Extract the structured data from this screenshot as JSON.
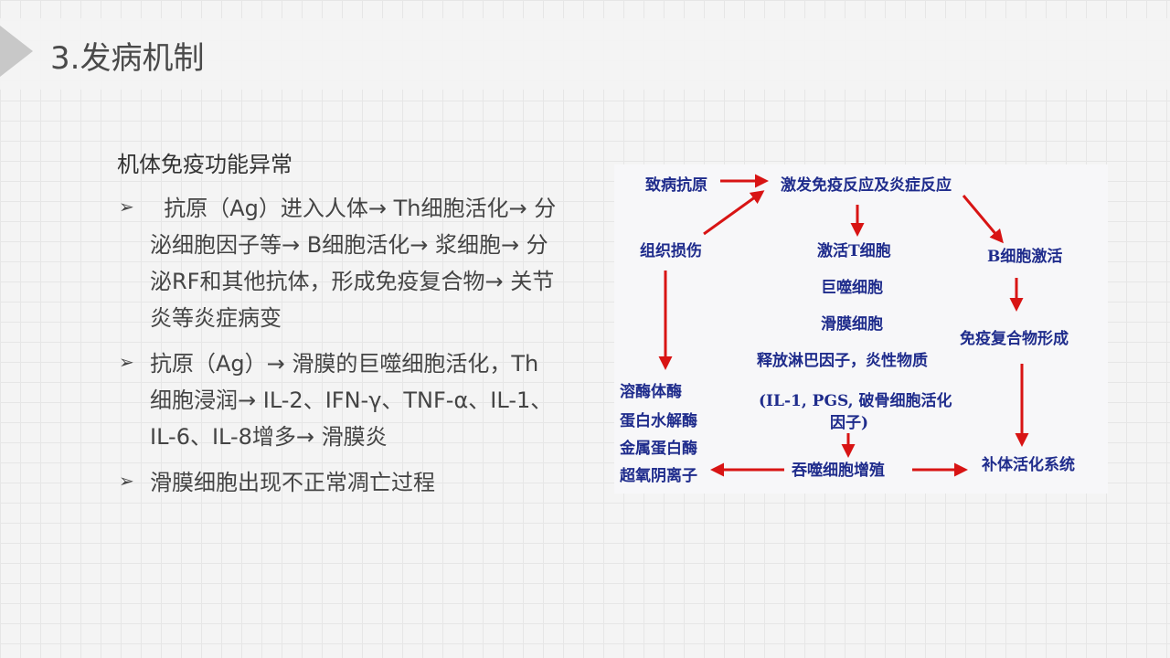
{
  "slide": {
    "title": "3.发病机制",
    "subtitle": "机体免疫功能异常",
    "bullet_marker": "➢",
    "bullets": [
      {
        "lines": [
          "  抗原（Ag）进入人体→ Th细胞活化→ 分",
          "泌细胞因子等→ B细胞活化→ 浆细胞→ 分",
          "泌RF和其他抗体，形成免疫复合物→ 关节",
          "炎等炎症病变"
        ]
      },
      {
        "lines": [
          "抗原（Ag）→ 滑膜的巨噬细胞活化，Th",
          "细胞浸润→ IL-2、IFN-γ、TNF-α、IL-1、",
          "IL-6、IL-8增多→ 滑膜炎"
        ]
      },
      {
        "lines": [
          "滑膜细胞出现不正常凋亡过程"
        ]
      }
    ]
  },
  "diagram": {
    "arrow_color": "#d81414",
    "text_color": "#1f2c8c",
    "nodes": {
      "pathogen": "致病抗原",
      "immune_response": "激发免疫反应及炎症反应",
      "tissue_damage": "组织损伤",
      "t_cell": "激活T细胞",
      "macrophage": "巨噬细胞",
      "synovial_cell": "滑膜细胞",
      "release": "释放淋巴因子，炎性物质",
      "factors_line1": "(IL-1, PGS, 破骨细胞活化",
      "factors_line2": "因子)",
      "b_cell": "B细胞激活",
      "immune_complex": "免疫复合物形成",
      "enzyme1": "溶酶体酶",
      "enzyme2": "蛋白水解酶",
      "enzyme3": "金属蛋白酶",
      "enzyme4": "超氧阴离子",
      "phagocyte": "吞噬细胞增殖",
      "complement": "补体活化系统"
    }
  }
}
